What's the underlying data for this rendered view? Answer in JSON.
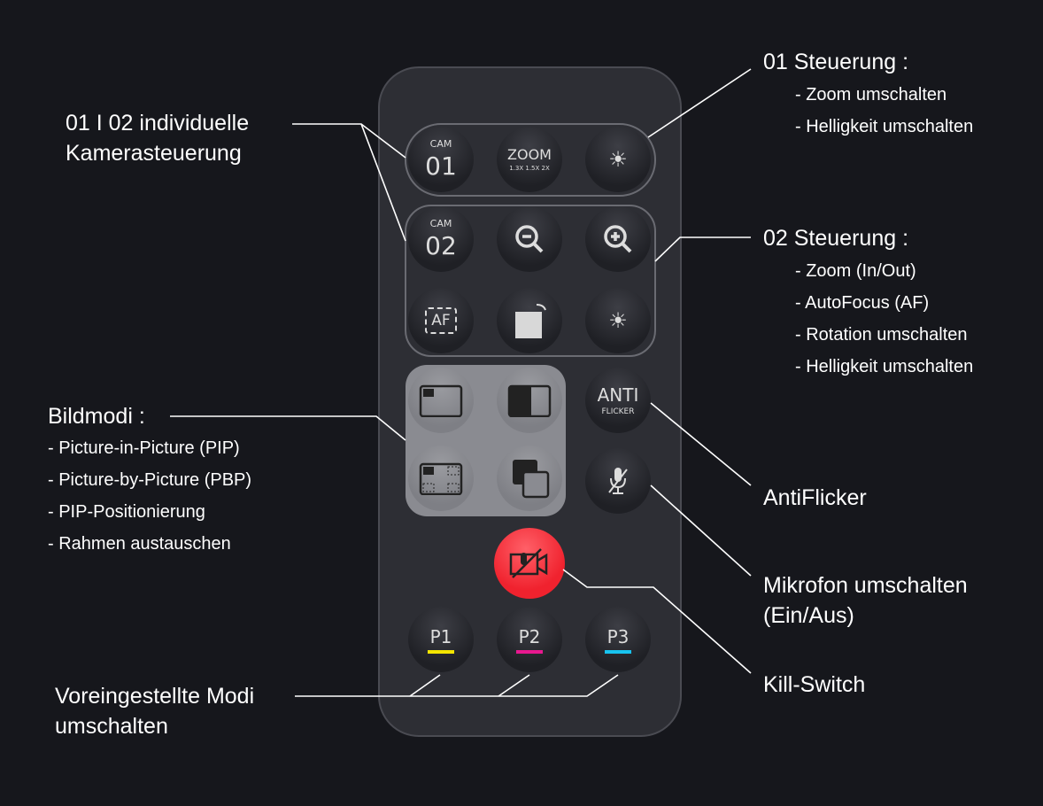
{
  "remote": {
    "cam01": {
      "top": "CAM",
      "num": "01"
    },
    "zoom": {
      "label": "ZOOM",
      "steps": "1.3X 1.5X 2X"
    },
    "cam02": {
      "top": "CAM",
      "num": "02"
    },
    "af": "AF",
    "anti": {
      "top": "ANTI",
      "bottom": "FLICKER"
    },
    "presets": [
      {
        "label": "P1",
        "color": "#f4e500"
      },
      {
        "label": "P2",
        "color": "#e8188f"
      },
      {
        "label": "P3",
        "color": "#18c3ef"
      }
    ],
    "kill_color": "#f0222e"
  },
  "annotations": {
    "individual": {
      "line1": "01 I 02 individuelle",
      "line2": "Kamerasteuerung"
    },
    "steuerung01": {
      "title": "01 Steuerung :",
      "items": [
        "- Zoom umschalten",
        "- Helligkeit umschalten"
      ]
    },
    "steuerung02": {
      "title": "02 Steuerung :",
      "items": [
        "- Zoom (In/Out)",
        "- AutoFocus (AF)",
        "- Rotation umschalten",
        "- Helligkeit umschalten"
      ]
    },
    "bildmodi": {
      "title": "Bildmodi :",
      "items": [
        "- Picture-in-Picture (PIP)",
        "- Picture-by-Picture (PBP)",
        "- PIP-Positionierung",
        "- Rahmen austauschen"
      ]
    },
    "antiflicker": "AntiFlicker",
    "mikrofon": {
      "line1": "Mikrofon umschalten",
      "line2": "(Ein/Aus)"
    },
    "kill": "Kill-Switch",
    "presets": {
      "line1": "Voreingestellte Modi",
      "line2": "umschalten"
    }
  }
}
